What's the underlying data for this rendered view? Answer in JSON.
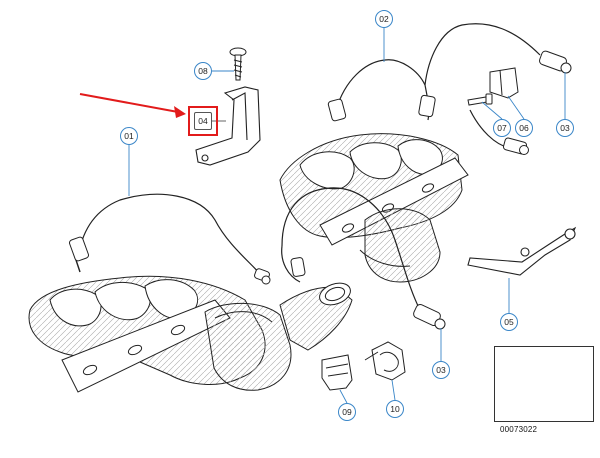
{
  "callouts": [
    {
      "label": "01"
    },
    {
      "label": "02"
    },
    {
      "label": "03"
    },
    {
      "label": "03"
    },
    {
      "label": "04"
    },
    {
      "label": "05"
    },
    {
      "label": "06"
    },
    {
      "label": "07"
    },
    {
      "label": "08"
    },
    {
      "label": "09"
    },
    {
      "label": "10"
    }
  ],
  "highlight_color": "#e21b1b",
  "callout_color": "#3a86c8",
  "document_number": "00073022",
  "icons": [
    "exhaust-manifold-icon",
    "oxygen-sensor-icon",
    "bracket-icon",
    "screw-icon",
    "clip-icon",
    "car-thumbnail-icon"
  ]
}
